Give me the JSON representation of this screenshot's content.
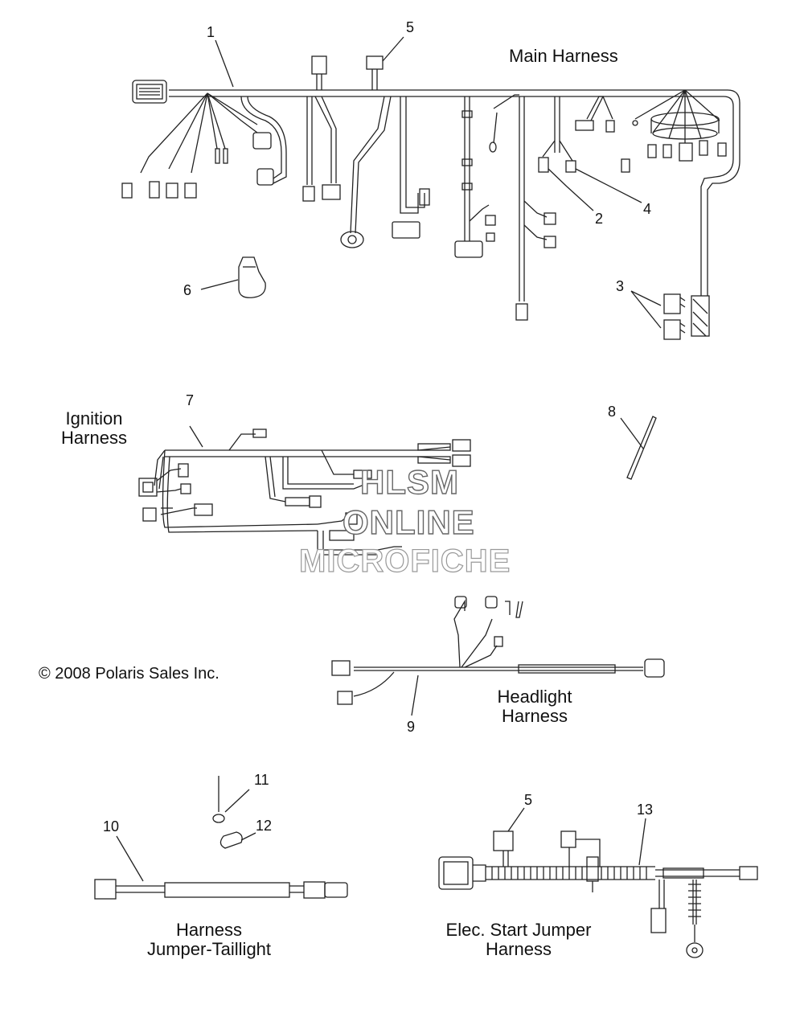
{
  "titles": {
    "main": "Main Harness",
    "ignition": [
      "Ignition",
      "Harness"
    ],
    "headlight": [
      "Headlight",
      "Harness"
    ],
    "taillight": [
      "Harness",
      "Jumper-Taillight"
    ],
    "elec_start": [
      "Elec. Start Jumper",
      "Harness"
    ]
  },
  "copyright": "© 2008 Polaris Sales Inc.",
  "watermark": [
    "HLSM",
    "ONLINE",
    "MICROFICHE"
  ],
  "callouts": [
    "1",
    "5",
    "2",
    "4",
    "3",
    "6",
    "7",
    "8",
    "9",
    "11",
    "12",
    "10",
    "5",
    "13"
  ]
}
